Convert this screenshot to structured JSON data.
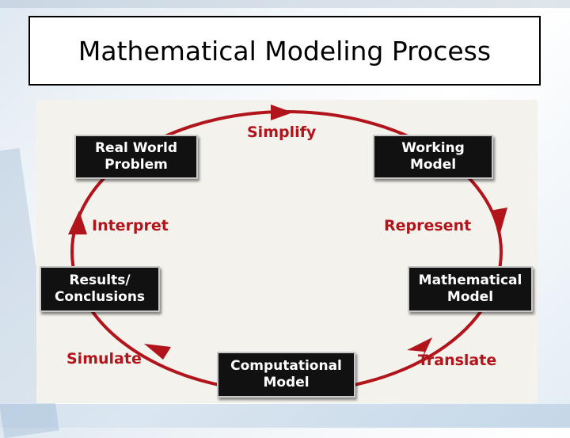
{
  "title": "Mathematical Modeling Process",
  "nodes": {
    "real_world_problem": "Real World\nProblem",
    "working_model": "Working\nModel",
    "mathematical_model": "Mathematical\nModel",
    "computational_model": "Computational\nModel",
    "results_conclusions": "Results/\nConclusions"
  },
  "edges": {
    "simplify": "Simplify",
    "represent": "Represent",
    "translate": "Translate",
    "simulate": "Simulate",
    "interpret": "Interpret"
  },
  "colors": {
    "arrow": "#b1141b",
    "node_fill": "#111111",
    "node_text": "#ffffff"
  }
}
